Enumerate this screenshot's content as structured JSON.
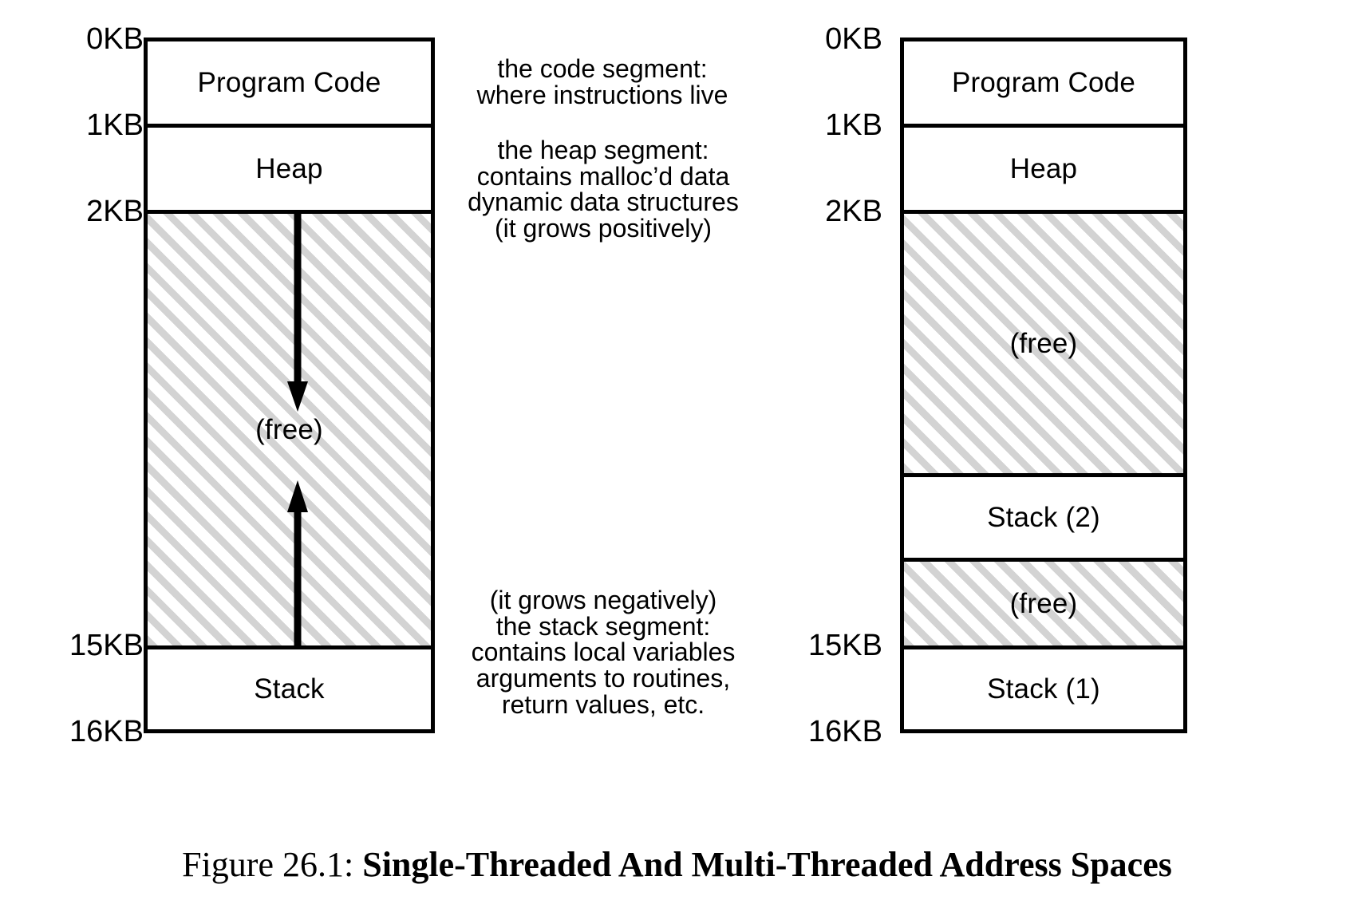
{
  "figure": {
    "number": "Figure 26.1:",
    "title": "Single-Threaded And Multi-Threaded Address Spaces"
  },
  "address_spaces": [
    {
      "id": "single-threaded",
      "axis_labels": [
        "0KB",
        "1KB",
        "2KB",
        "15KB",
        "16KB"
      ],
      "segments": [
        {
          "label": "Program Code",
          "from": "0KB",
          "to": "1KB",
          "fill": "plain"
        },
        {
          "label": "Heap",
          "from": "1KB",
          "to": "2KB",
          "fill": "plain"
        },
        {
          "label": "(free)",
          "from": "2KB",
          "to": "15KB",
          "fill": "hatched"
        },
        {
          "label": "Stack",
          "from": "15KB",
          "to": "16KB",
          "fill": "plain"
        }
      ],
      "arrows": [
        {
          "name": "heap-growth-arrow",
          "direction": "down"
        },
        {
          "name": "stack-growth-arrow",
          "direction": "up"
        }
      ]
    },
    {
      "id": "multi-threaded",
      "axis_labels": [
        "0KB",
        "1KB",
        "2KB",
        "15KB",
        "16KB"
      ],
      "segments": [
        {
          "label": "Program Code",
          "from": "0KB",
          "to": "1KB",
          "fill": "plain"
        },
        {
          "label": "Heap",
          "from": "1KB",
          "to": "2KB",
          "fill": "plain"
        },
        {
          "label": "(free)",
          "from": "2KB",
          "to": "",
          "fill": "hatched"
        },
        {
          "label": "Stack (2)",
          "from": "",
          "to": "",
          "fill": "plain"
        },
        {
          "label": "(free)",
          "from": "",
          "to": "15KB",
          "fill": "hatched"
        },
        {
          "label": "Stack (1)",
          "from": "15KB",
          "to": "16KB",
          "fill": "plain"
        }
      ]
    }
  ],
  "annotations": {
    "code_segment": [
      "the code segment:",
      "where instructions live"
    ],
    "heap_segment": [
      "the heap segment:",
      "contains malloc’d data",
      "dynamic data structures",
      "(it grows positively)"
    ],
    "stack_segment": [
      "(it grows negatively)",
      "the stack segment:",
      "contains local variables",
      "arguments to routines,",
      "return values, etc."
    ]
  },
  "colors": {
    "stroke": "#000000",
    "hatch": "#d3d3d3",
    "background": "#ffffff"
  }
}
